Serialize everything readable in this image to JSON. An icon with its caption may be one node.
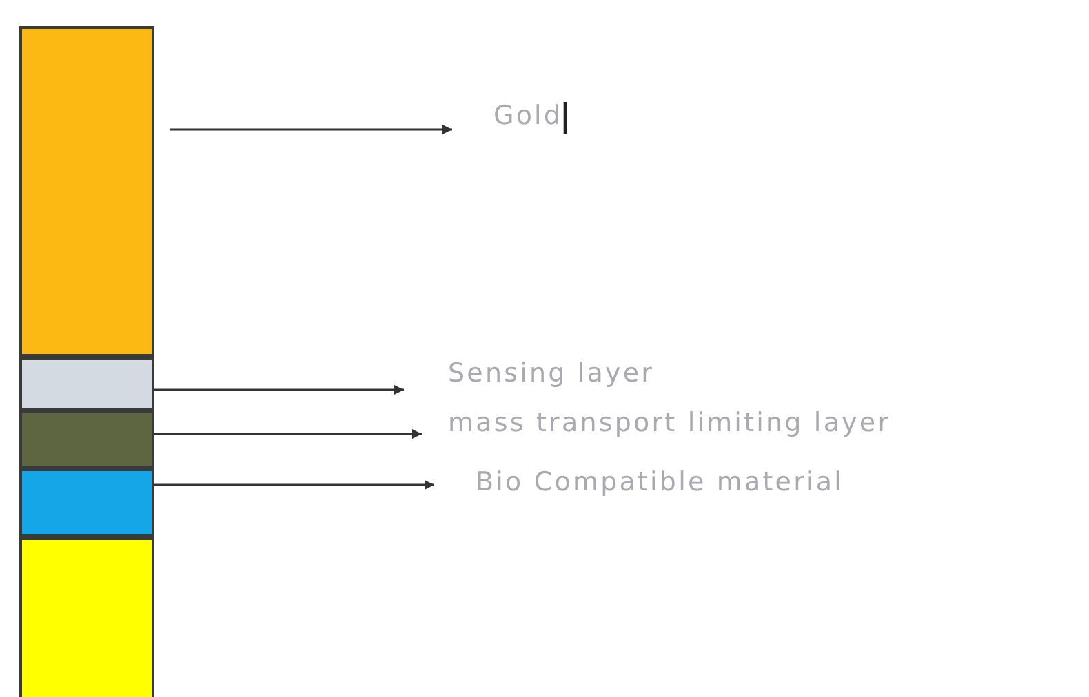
{
  "diagram": {
    "nodes": [
      {
        "text": [],
        "shape": "bar"
      },
      {
        "text": [],
        "shape": "bar"
      },
      {
        "text": [],
        "shape": "bar"
      },
      {
        "text": [],
        "shape": "bar"
      },
      {
        "text": [],
        "shape": "bar"
      },
      {
        "text": [
          "Gold"
        ]
      },
      {
        "text": [
          "Sensing layer"
        ]
      },
      {
        "text": [
          "mass transport limiting layer"
        ]
      },
      {
        "text": [
          "Bio Compatible material"
        ]
      }
    ],
    "edges": [
      {
        "from": 0,
        "to": 5,
        "arrow": "to"
      },
      {
        "from": 1,
        "to": 6,
        "arrow": "to"
      },
      {
        "from": 2,
        "to": 7,
        "arrow": "to"
      },
      {
        "from": 3,
        "to": 8,
        "arrow": "to"
      }
    ]
  }
}
